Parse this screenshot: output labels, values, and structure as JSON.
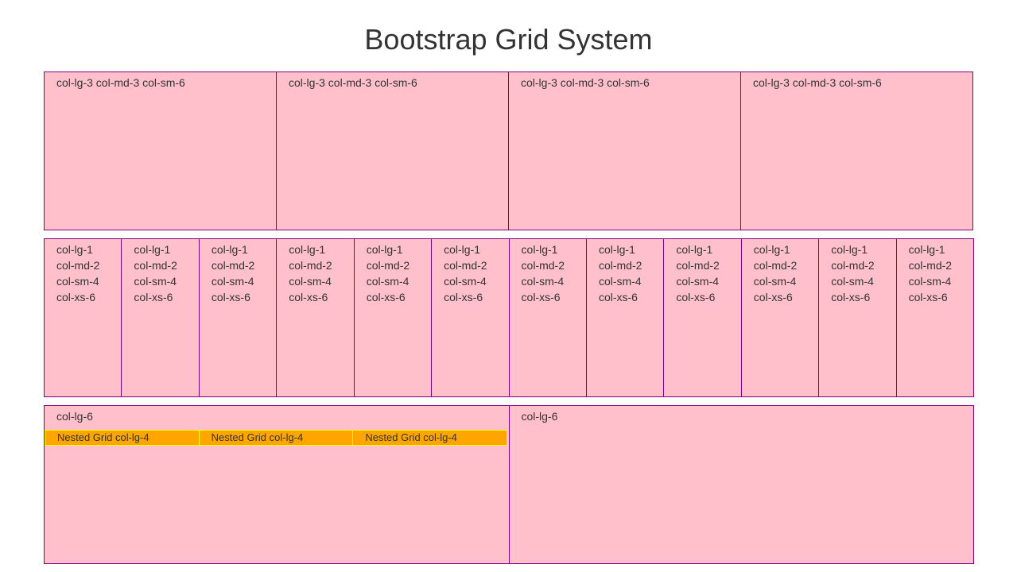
{
  "page": {
    "title": "Bootstrap Grid System"
  },
  "colors": {
    "column_bg": "#ffc0cb",
    "column_border": "#800080",
    "nested_bg": "#ffa500",
    "nested_border": "#ffff00"
  },
  "row1": {
    "columns": [
      {
        "label": "col-lg-3 col-md-3 col-sm-6"
      },
      {
        "label": "col-lg-3 col-md-3 col-sm-6"
      },
      {
        "label": "col-lg-3 col-md-3 col-sm-6"
      },
      {
        "label": "col-lg-3 col-md-3 col-sm-6"
      }
    ]
  },
  "row2": {
    "columns": [
      {
        "lines": [
          "col-lg-1",
          "col-md-2",
          "col-sm-4",
          "col-xs-6"
        ]
      },
      {
        "lines": [
          "col-lg-1",
          "col-md-2",
          "col-sm-4",
          "col-xs-6"
        ]
      },
      {
        "lines": [
          "col-lg-1",
          "col-md-2",
          "col-sm-4",
          "col-xs-6"
        ]
      },
      {
        "lines": [
          "col-lg-1",
          "col-md-2",
          "col-sm-4",
          "col-xs-6"
        ]
      },
      {
        "lines": [
          "col-lg-1",
          "col-md-2",
          "col-sm-4",
          "col-xs-6"
        ]
      },
      {
        "lines": [
          "col-lg-1",
          "col-md-2",
          "col-sm-4",
          "col-xs-6"
        ]
      },
      {
        "lines": [
          "col-lg-1",
          "col-md-2",
          "col-sm-4",
          "col-xs-6"
        ]
      },
      {
        "lines": [
          "col-lg-1",
          "col-md-2",
          "col-sm-4",
          "col-xs-6"
        ]
      },
      {
        "lines": [
          "col-lg-1",
          "col-md-2",
          "col-sm-4",
          "col-xs-6"
        ]
      },
      {
        "lines": [
          "col-lg-1",
          "col-md-2",
          "col-sm-4",
          "col-xs-6"
        ]
      },
      {
        "lines": [
          "col-lg-1",
          "col-md-2",
          "col-sm-4",
          "col-xs-6"
        ]
      },
      {
        "lines": [
          "col-lg-1",
          "col-md-2",
          "col-sm-4",
          "col-xs-6"
        ]
      }
    ]
  },
  "row3": {
    "columns": [
      {
        "label": "col-lg-6",
        "nested": [
          {
            "label": "Nested Grid col-lg-4"
          },
          {
            "label": "Nested Grid col-lg-4"
          },
          {
            "label": "Nested Grid col-lg-4"
          }
        ]
      },
      {
        "label": "col-lg-6"
      }
    ]
  }
}
